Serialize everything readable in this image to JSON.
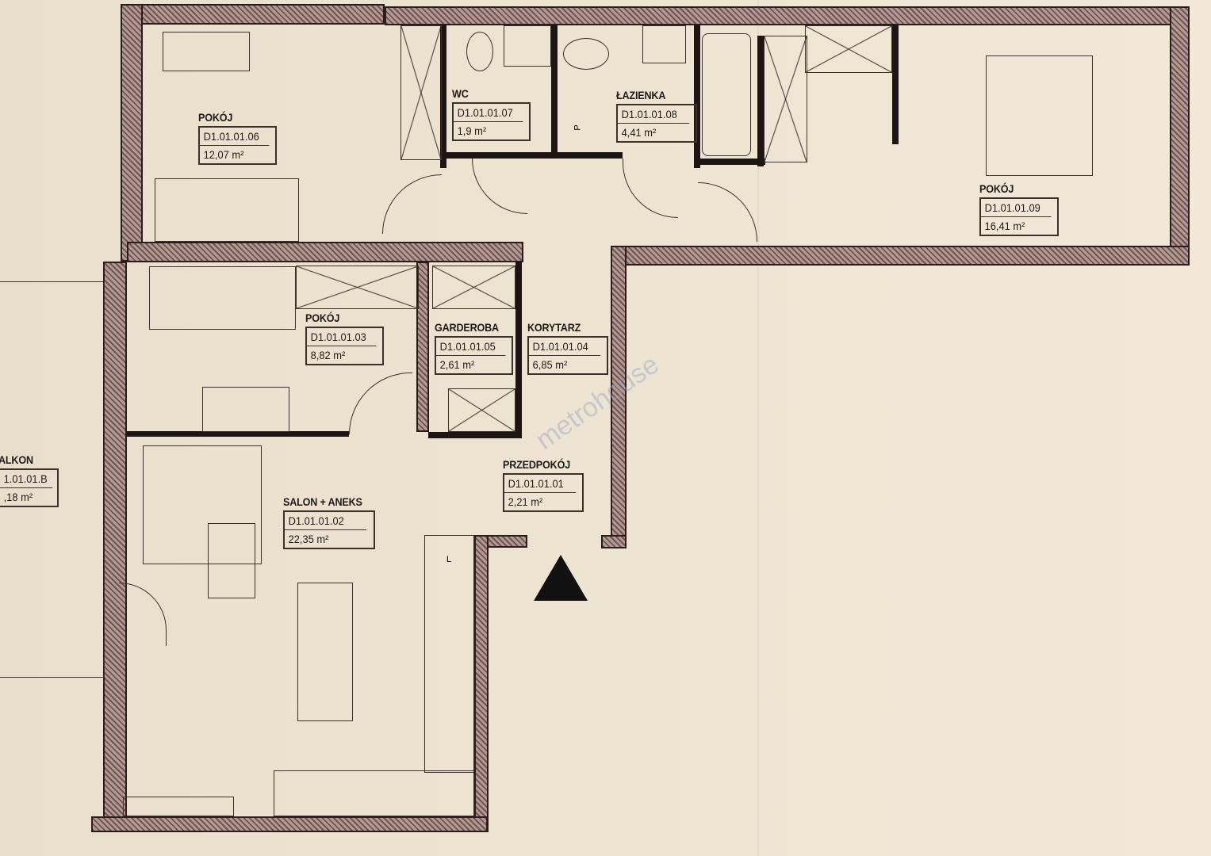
{
  "rooms": [
    {
      "name": "POKÓJ",
      "code": "D1.01.01.06",
      "area": "12,07 m²"
    },
    {
      "name": "WC",
      "code": "D1.01.01.07",
      "area": "1,9 m²"
    },
    {
      "name": "ŁAZIENKA",
      "code": "D1.01.01.08",
      "area": "4,41 m²"
    },
    {
      "name": "POKÓJ",
      "code": "D1.01.01.09",
      "area": "16,41 m²"
    },
    {
      "name": "POKÓJ",
      "code": "D1.01.01.03",
      "area": "8,82 m²"
    },
    {
      "name": "GARDEROBA",
      "code": "D1.01.01.05",
      "area": "2,61 m²"
    },
    {
      "name": "KORYTARZ",
      "code": "D1.01.01.04",
      "area": "6,85 m²"
    },
    {
      "name": "SALON + ANEKS",
      "code": "D1.01.01.02",
      "area": "22,35 m²"
    },
    {
      "name": "PRZEDPOKÓJ",
      "code": "D1.01.01.01",
      "area": "2,21 m²"
    },
    {
      "name": "ALKON",
      "code": "1.01.01.B",
      "area": ",18 m²"
    }
  ],
  "fixtures": {
    "shaft_label": "P",
    "kitchen_label": "L"
  },
  "watermark": "metrohouse"
}
